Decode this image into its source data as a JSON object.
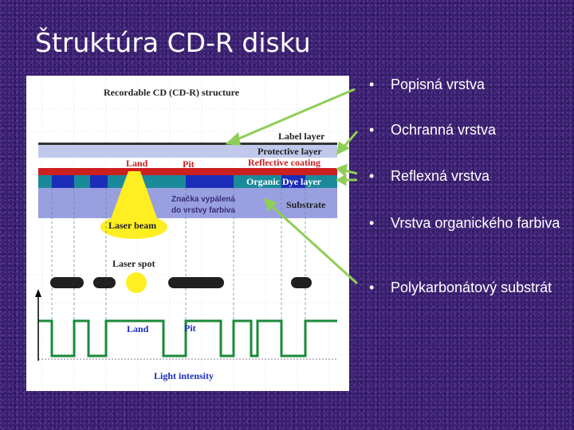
{
  "slide": {
    "title": "Štruktúra  CD-R disku"
  },
  "diagram": {
    "heading": "Recordable CD (CD-R) structure",
    "labels": {
      "label_layer": "Label layer",
      "protective_layer": "Protective layer",
      "reflective_coating": "Reflective coating",
      "organic_dye_layer": "Organic Dye layer",
      "substrate": "Substrate",
      "land": "Land",
      "pit": "Pit",
      "laser_beam": "Laser beam",
      "laser_spot": "Laser spot",
      "land_lower": "Land",
      "pit_lower": "Pit",
      "light_intensity": "Light intensity",
      "annotation_line1": "Značka vypálená",
      "annotation_line2": "do vrstvy farbiva"
    }
  },
  "bullets": {
    "marker": "•",
    "items": [
      "Popisná vrstva",
      "Ochranná vrstva",
      "Reflexná vrstva",
      "Vrstva organického farbiva",
      "Polykarbonátový substrát"
    ]
  },
  "colors": {
    "background": "#3a1f6e",
    "arrow": "#8fce55",
    "reflective": "#cc1f1f",
    "dye_layer": "#1a8a9a",
    "substrate": "#1c2db8",
    "pit_marks": "#202020",
    "signal": "#1a8a3a",
    "laser": "#ffee22"
  }
}
